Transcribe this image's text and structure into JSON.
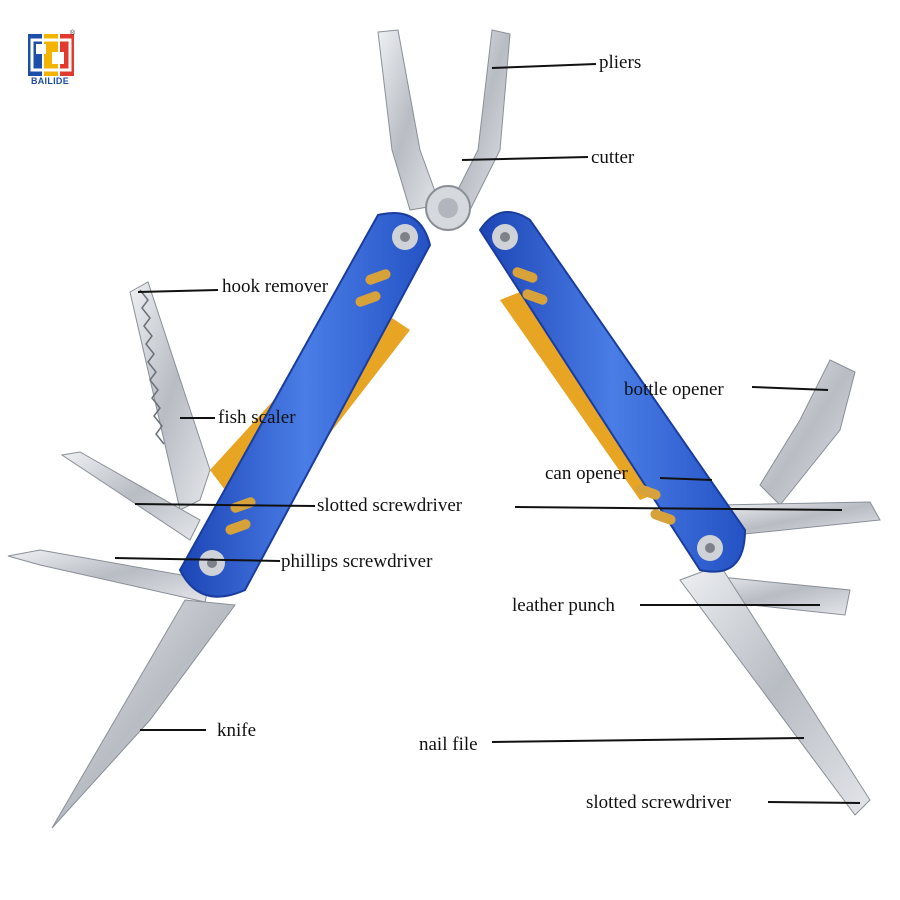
{
  "brand": {
    "name": "BAILIDE",
    "mark": "®",
    "logo_colors": {
      "blue": "#1d4ea8",
      "yellow": "#f2b400",
      "red": "#e23b2e"
    }
  },
  "colors": {
    "handle_blue": "#2f5fd0",
    "handle_yellow": "#e8a423",
    "steel": "#c9ccd1"
  },
  "labels": {
    "pliers": "pliers",
    "cutter": "cutter",
    "hook_remover": "hook remover",
    "fish_scaler": "fish scaler",
    "bottle_opener": "bottle opener",
    "can_opener": "can opener",
    "slotted_screwdriver_top": "slotted screwdriver",
    "phillips_screwdriver": "phillips screwdriver",
    "leather_punch": "leather punch",
    "knife": "knife",
    "nail_file": "nail file",
    "slotted_screwdriver_bottom": "slotted screwdriver"
  }
}
